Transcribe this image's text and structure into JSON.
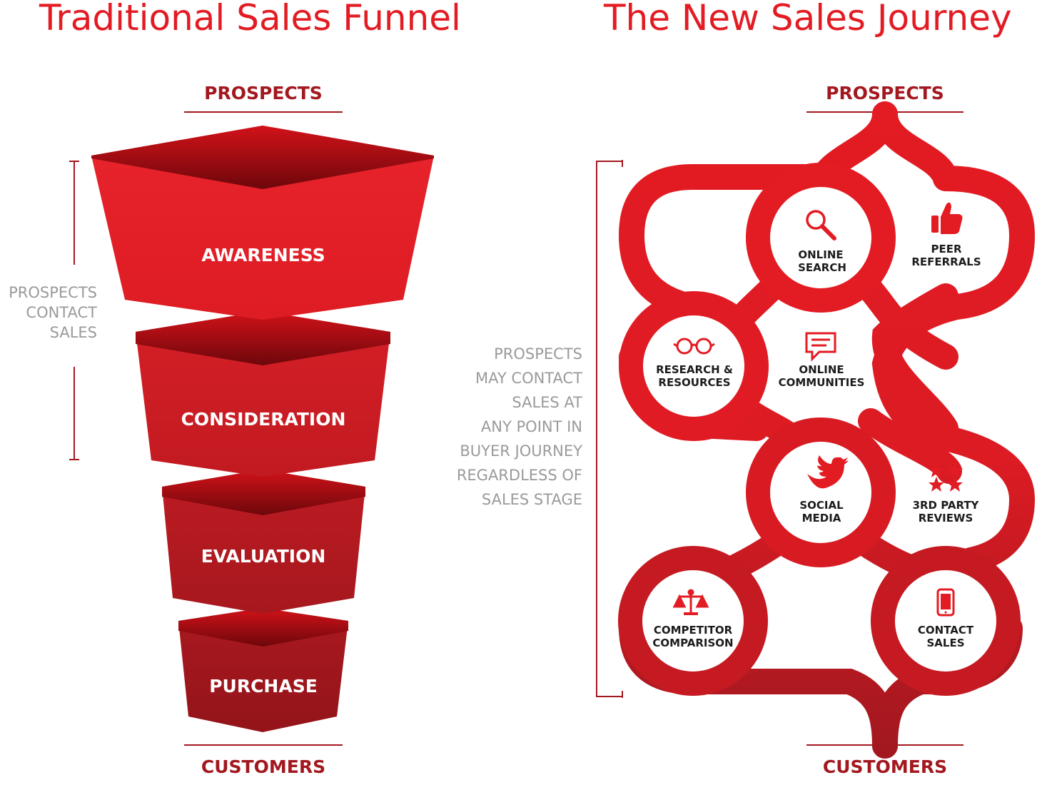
{
  "left": {
    "title": "Traditional Sales Funnel",
    "top_label": "PROSPECTS",
    "bottom_label": "CUSTOMERS",
    "side_note": [
      "PROSPECTS",
      "CONTACT",
      "SALES"
    ],
    "stages": [
      "AWARENESS",
      "CONSIDERATION",
      "EVALUATION",
      "PURCHASE"
    ]
  },
  "right": {
    "title": "The New Sales Journey",
    "top_label": "PROSPECTS",
    "bottom_label": "CUSTOMERS",
    "side_note": [
      "PROSPECTS",
      "MAY CONTACT",
      "SALES AT",
      "ANY POINT IN",
      "BUYER JOURNEY",
      "REGARDLESS OF",
      "SALES STAGE"
    ],
    "nodes": {
      "online_search": [
        "ONLINE",
        "SEARCH"
      ],
      "peer_referrals": [
        "PEER",
        "REFERRALS"
      ],
      "research_resources": [
        "RESEARCH &",
        "RESOURCES"
      ],
      "online_communities": [
        "ONLINE",
        "COMMUNITIES"
      ],
      "social_media": [
        "SOCIAL",
        "MEDIA"
      ],
      "third_party_reviews": [
        "3RD PARTY",
        "REVIEWS"
      ],
      "competitor_comparison": [
        "COMPETITOR",
        "COMPARISON"
      ],
      "contact_sales": [
        "CONTACT",
        "SALES"
      ]
    }
  },
  "colors": {
    "bright_red": "#e31b23",
    "dark_red": "#a3181f",
    "shadow_red": "#7a0c10",
    "gray_text": "#9a9a9a"
  },
  "icons": {
    "online_search": "magnifier-icon",
    "peer_referrals": "thumbs-up-icon",
    "research_resources": "glasses-icon",
    "online_communities": "chat-bubble-icon",
    "social_media": "twitter-bird-icon",
    "third_party_reviews": "stars-icon",
    "competitor_comparison": "scales-icon",
    "contact_sales": "phone-icon"
  }
}
